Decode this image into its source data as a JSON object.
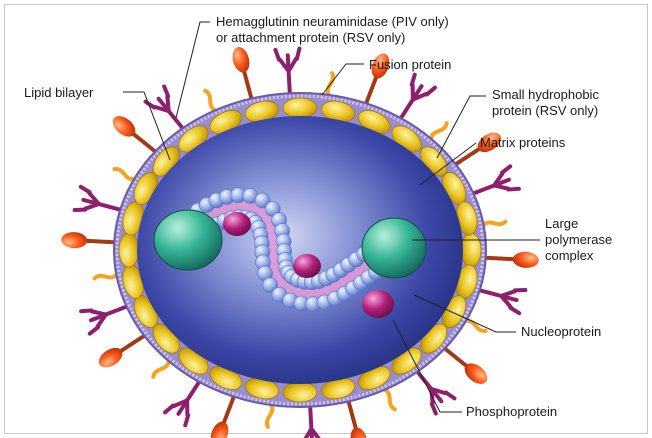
{
  "labels": {
    "hn_line1": "Hemagglutinin neuraminidase (PIV only)",
    "hn_line2": "or attachment protein (RSV only)",
    "fusion": "Fusion protein",
    "lipid": "Lipid bilayer",
    "sh_line1": "Small hydrophobic",
    "sh_line2": "protein (RSV only)",
    "matrix": "Matrix proteins",
    "large_line1": "Large",
    "large_line2": "polymerase",
    "large_line3": "complex",
    "nucleo": "Nucleoprotein",
    "phospho": "Phosphoprotein"
  },
  "colors": {
    "membrane": "#8a7cc0",
    "matrix": "#e8c21e",
    "interior": "#2e3c9a",
    "glycoprotein_hn": "#ff5a1e",
    "glycoprotein_f": "#8e1f6c",
    "sh_protein": "#f7a221",
    "polymerase": "#2fa98f",
    "nucleoprotein": "#8ea8e6",
    "phosphoprotein": "#b01e7a"
  }
}
